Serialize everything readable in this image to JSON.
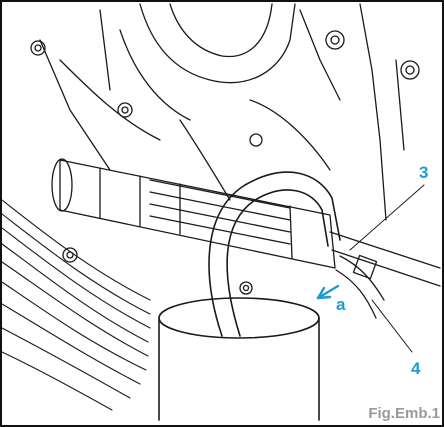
{
  "callouts": {
    "c3": "3",
    "c4": "4",
    "ca": "a"
  },
  "figure_label": "Fig.Emb.1",
  "colors": {
    "callout": "#1f9ad6",
    "figure_label": "#9a9a9a",
    "line_art": "#1a1a1a"
  }
}
